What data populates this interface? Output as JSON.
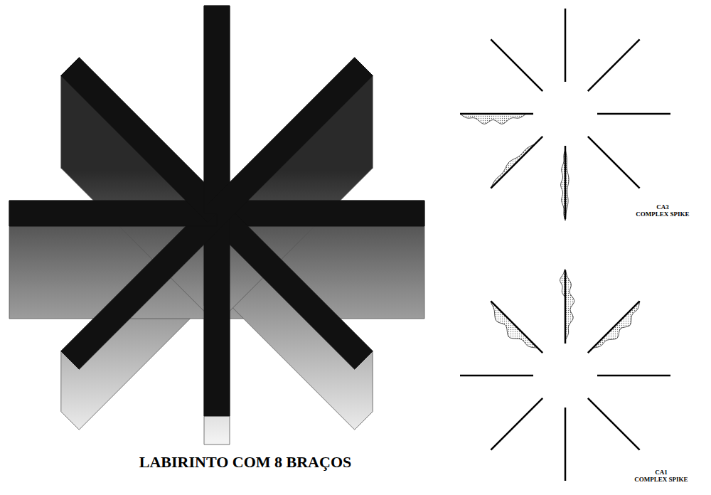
{
  "diagram": {
    "labels": [
      "LABIRINTO COM 8 BRAÇOS",
      "CA3",
      "COMPLEX SPIKE",
      "CA1",
      "COMPLEX SPIKE"
    ]
  }
}
